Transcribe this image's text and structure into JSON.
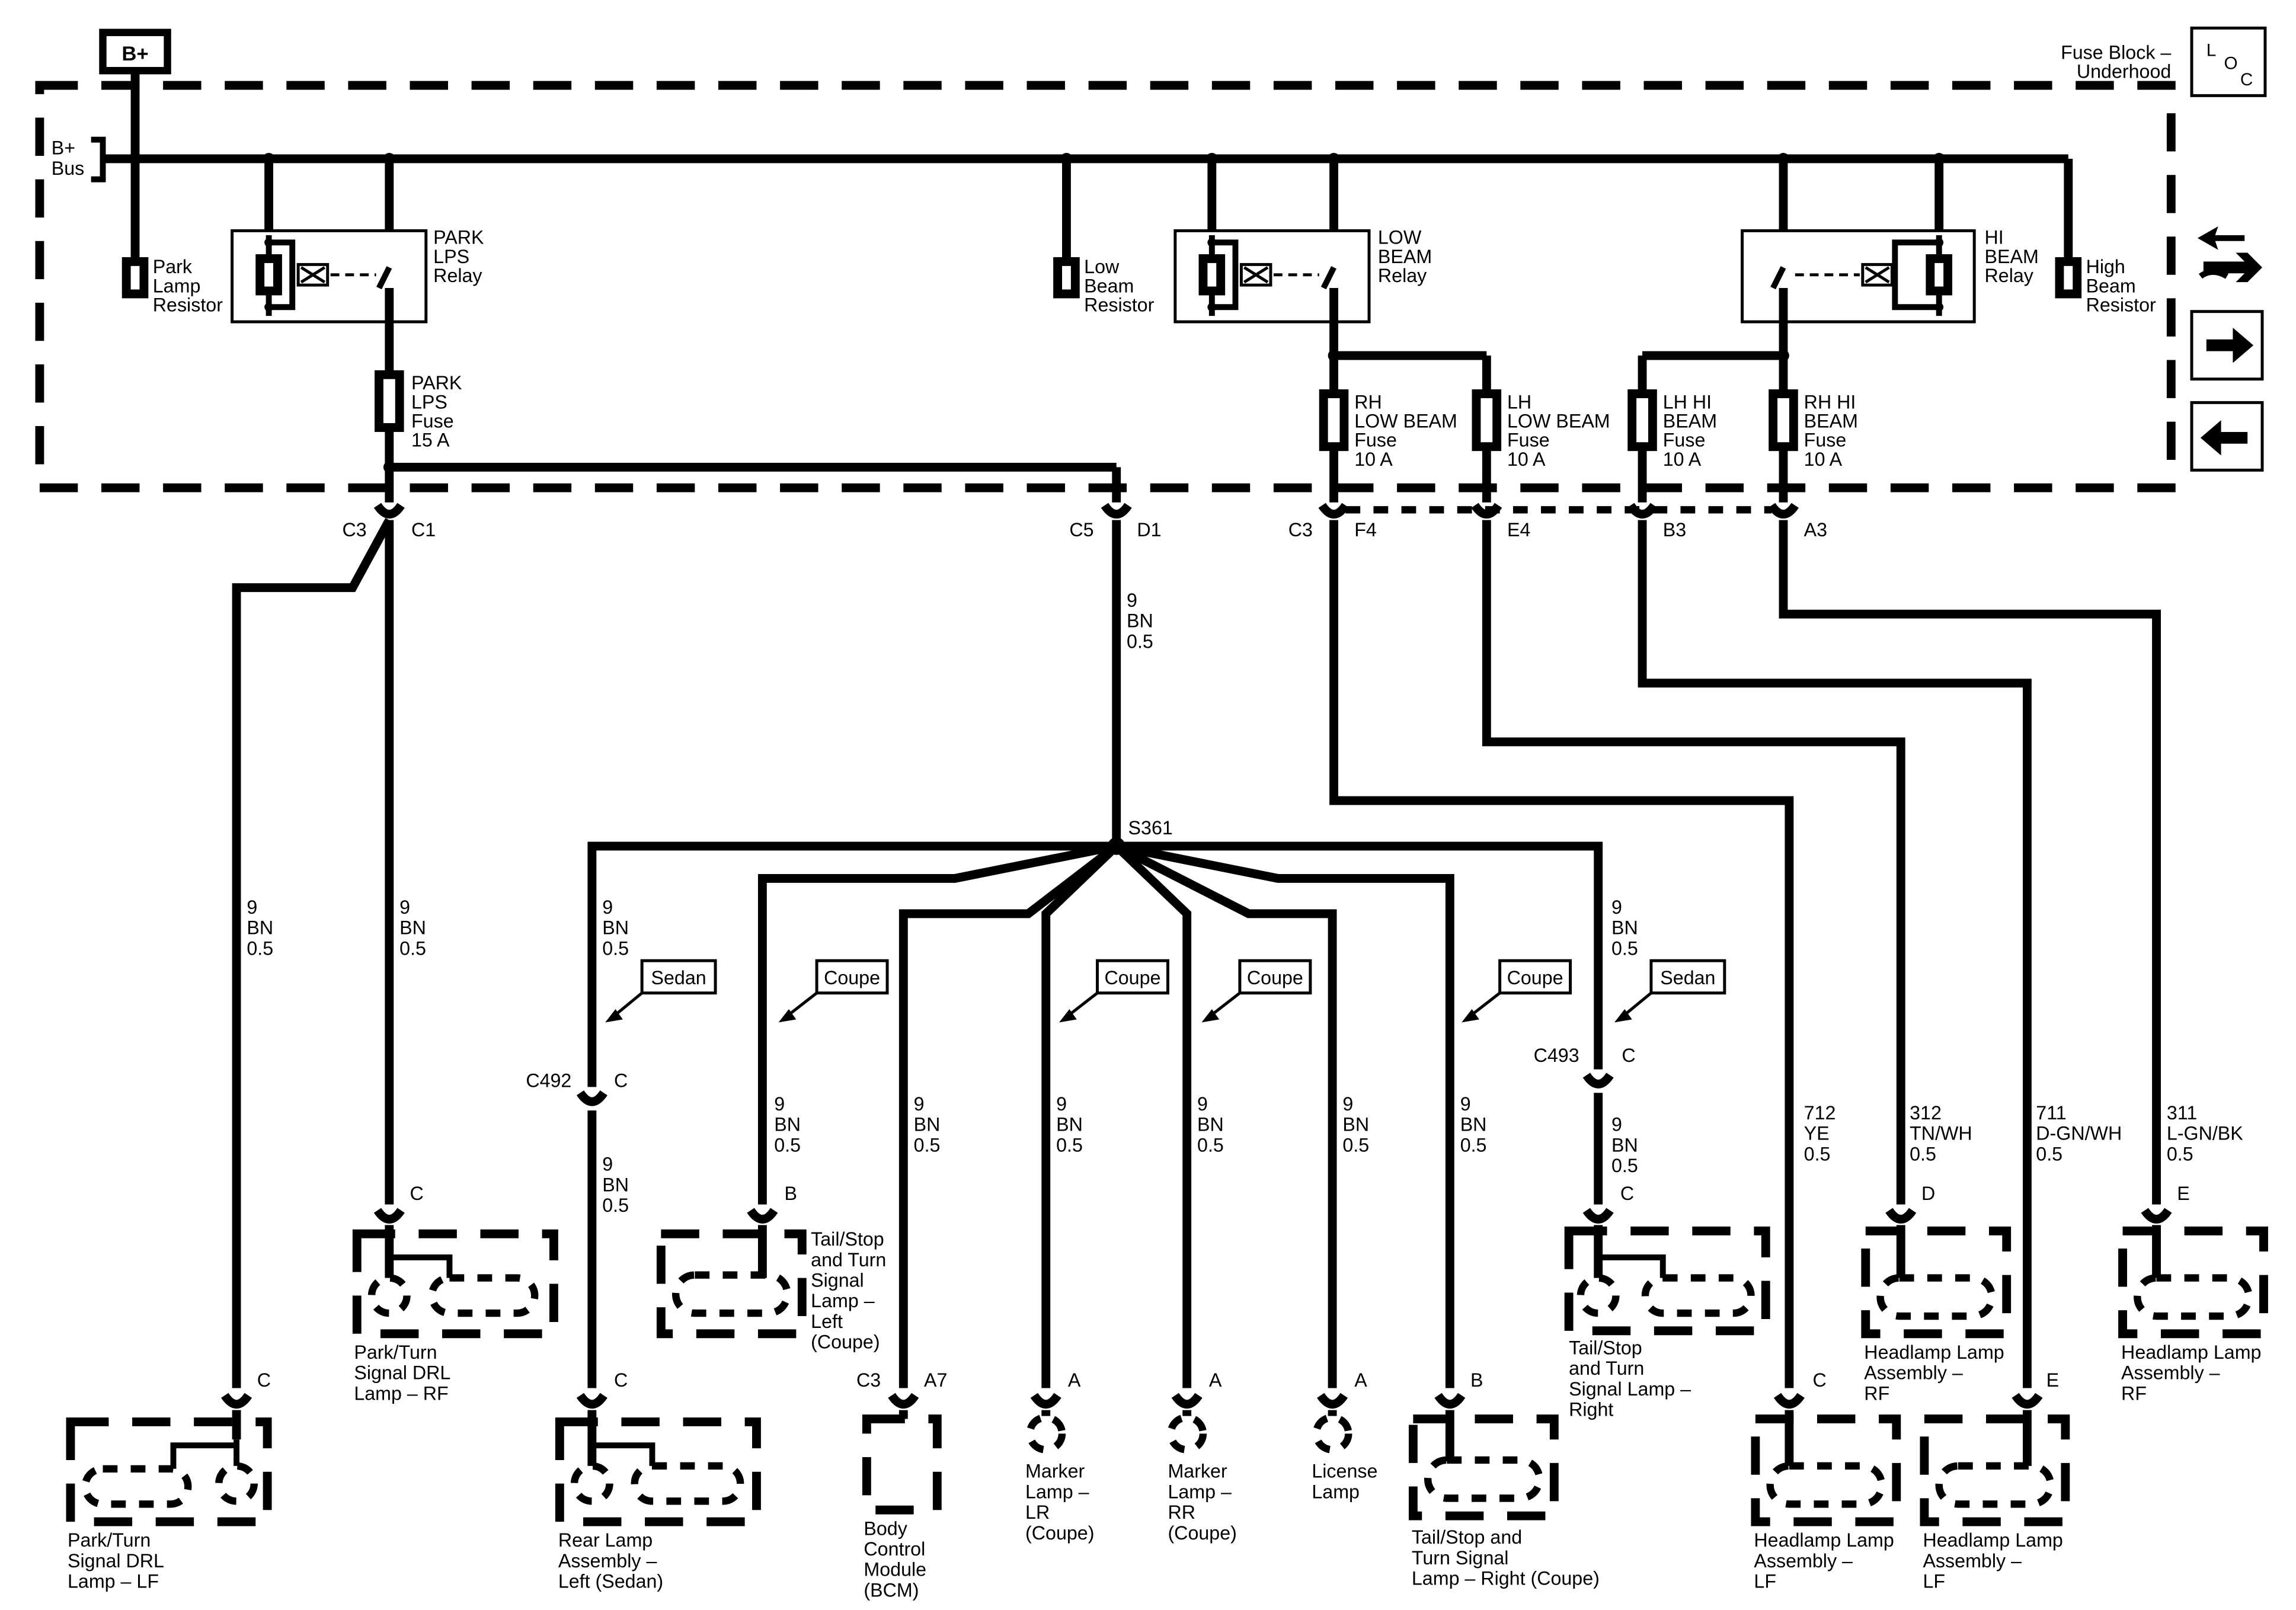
{
  "labels": {
    "b_plus": "B+",
    "fuse_block_1": "Fuse Block –",
    "fuse_block_2": "Underhood",
    "loc_l": "L",
    "loc_o": "O",
    "loc_c": "C",
    "bus_1": "B+",
    "bus_2": "Bus",
    "park_res": [
      "Park",
      "Lamp",
      "Resistor"
    ],
    "park_relay": [
      "PARK",
      "LPS",
      "Relay"
    ],
    "low_res": [
      "Low",
      "Beam",
      "Resistor"
    ],
    "low_relay": [
      "LOW",
      "BEAM",
      "Relay"
    ],
    "hi_relay": [
      "HI",
      "BEAM",
      "Relay"
    ],
    "high_res": [
      "High",
      "Beam",
      "Resistor"
    ],
    "park_fuse": [
      "PARK",
      "LPS",
      "Fuse",
      "15 A"
    ],
    "rh_low_fuse": [
      "RH",
      "LOW BEAM",
      "Fuse",
      "10 A"
    ],
    "lh_low_fuse": [
      "LH",
      "LOW BEAM",
      "Fuse",
      "10 A"
    ],
    "lh_hi_fuse": [
      "LH HI",
      "BEAM",
      "Fuse",
      "10 A"
    ],
    "rh_hi_fuse": [
      "RH HI",
      "BEAM",
      "Fuse",
      "10 A"
    ],
    "c3": "C3",
    "c1": "C1",
    "c5": "C5",
    "d1": "D1",
    "c3b": "C3",
    "f4": "F4",
    "e4": "E4",
    "b3": "B3",
    "a3": "A3",
    "s361": "S361",
    "wire_9bn": [
      "9",
      "BN",
      "0.5"
    ],
    "wire_712": [
      "712",
      "YE",
      "0.5"
    ],
    "wire_312": [
      "312",
      "TN/WH",
      "0.5"
    ],
    "wire_711": [
      "711",
      "D-GN/WH",
      "0.5"
    ],
    "wire_311": [
      "311",
      "L-GN/BK",
      "0.5"
    ],
    "sedan": "Sedan",
    "coupe": "Coupe",
    "c492": "C492",
    "c493": "C493",
    "pin_c": "C",
    "pin_b": "B",
    "pin_a": "A",
    "pin_d": "D",
    "pin_e": "E",
    "pin_a7": "A7",
    "bcm_c3": "C3",
    "park_lf": [
      "Park/Turn",
      "Signal DRL",
      "Lamp – LF"
    ],
    "park_rf": [
      "Park/Turn",
      "Signal DRL",
      "Lamp – RF"
    ],
    "rear_left": [
      "Rear Lamp",
      "Assembly –",
      "Left (Sedan)"
    ],
    "tail_left": [
      "Tail/Stop",
      "and Turn",
      "Signal",
      "Lamp –",
      "Left",
      "(Coupe)"
    ],
    "bcm": [
      "Body",
      "Control",
      "Module",
      "(BCM)"
    ],
    "marker_lr": [
      "Marker",
      "Lamp –",
      "LR",
      "(Coupe)"
    ],
    "marker_rr": [
      "Marker",
      "Lamp –",
      "RR",
      "(Coupe)"
    ],
    "license": [
      "License",
      "Lamp"
    ],
    "tail_right_coupe": [
      "Tail/Stop and",
      "Turn Signal",
      "Lamp – Right (Coupe)"
    ],
    "tail_right": [
      "Tail/Stop",
      "and Turn",
      "Signal Lamp –",
      "Right"
    ],
    "head_lf_c": [
      "Headlamp Lamp",
      "Assembly –",
      "LF"
    ],
    "head_rf_d": [
      "Headlamp Lamp",
      "Assembly –",
      "RF"
    ],
    "head_lf_e": [
      "Headlamp Lamp",
      "Assembly –",
      "LF"
    ],
    "head_rf_e": [
      "Headlamp Lamp",
      "Assembly –",
      "RF"
    ]
  },
  "icons": [
    "battery-source-icon",
    "location-icon",
    "schematic-nav-icon",
    "arrow-right-icon",
    "arrow-left-icon"
  ]
}
